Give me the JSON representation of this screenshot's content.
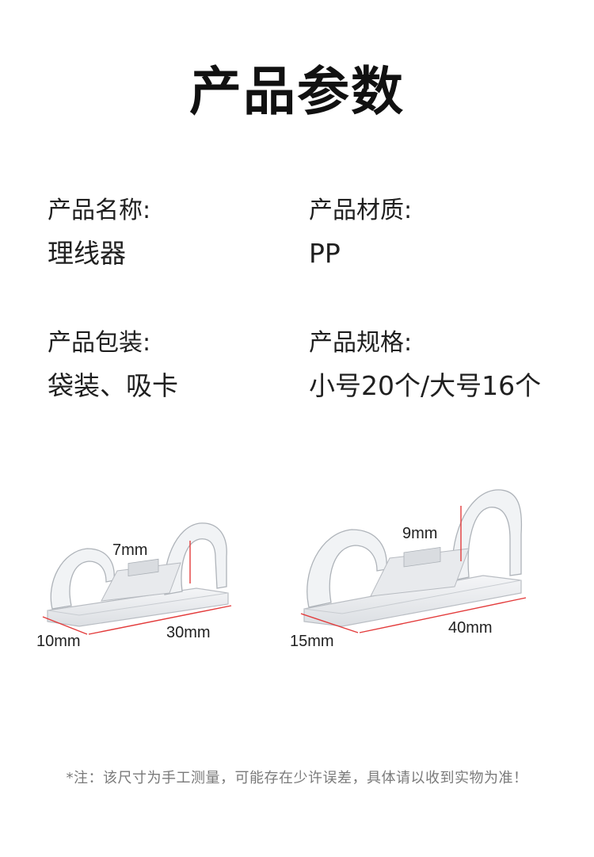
{
  "title": "产品参数",
  "specs": {
    "name": {
      "label": "产品名称:",
      "value": "理线器"
    },
    "material": {
      "label": "产品材质:",
      "value": "PP"
    },
    "packaging": {
      "label": "产品包装:",
      "value": "袋装、吸卡"
    },
    "size": {
      "label": "产品规格:",
      "value": "小号20个/大号16个"
    }
  },
  "small_clip": {
    "height": "7mm",
    "width": "10mm",
    "length": "30mm"
  },
  "large_clip": {
    "height": "9mm",
    "width": "15mm",
    "length": "40mm"
  },
  "note": "*注：该尺寸为手工测量，可能存在少许误差，具体请以收到实物为准！",
  "colors": {
    "dimension_line": "#e33b3b",
    "clip_outline": "#c9ccd1"
  }
}
